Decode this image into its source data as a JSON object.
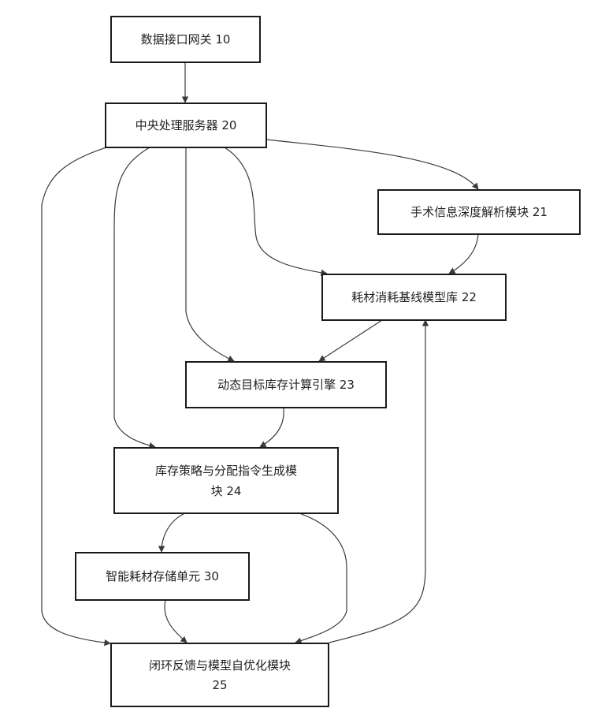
{
  "nodes": {
    "n10": {
      "lines": [
        "数据接口网关 10"
      ]
    },
    "n20": {
      "lines": [
        "中央处理服务器 20"
      ]
    },
    "n21": {
      "lines": [
        "手术信息深度解析模块 21"
      ]
    },
    "n22": {
      "lines": [
        "耗材消耗基线模型库 22"
      ]
    },
    "n23": {
      "lines": [
        "动态目标库存计算引擎 23"
      ]
    },
    "n24": {
      "lines": [
        "库存策略与分配指令生成模",
        "块 24"
      ]
    },
    "n30": {
      "lines": [
        "智能耗材存储单元 30"
      ]
    },
    "n25": {
      "lines": [
        "闭环反馈与模型自优化模块",
        "25"
      ]
    }
  },
  "edges": [
    {
      "from": "n10",
      "to": "n20"
    },
    {
      "from": "n20",
      "to": "n21"
    },
    {
      "from": "n20",
      "to": "n22"
    },
    {
      "from": "n21",
      "to": "n22"
    },
    {
      "from": "n20",
      "to": "n23"
    },
    {
      "from": "n22",
      "to": "n23"
    },
    {
      "from": "n20",
      "to": "n24"
    },
    {
      "from": "n23",
      "to": "n24"
    },
    {
      "from": "n24",
      "to": "n30"
    },
    {
      "from": "n20",
      "to": "n25"
    },
    {
      "from": "n24",
      "to": "n25"
    },
    {
      "from": "n30",
      "to": "n25"
    },
    {
      "from": "n25",
      "to": "n22"
    }
  ]
}
